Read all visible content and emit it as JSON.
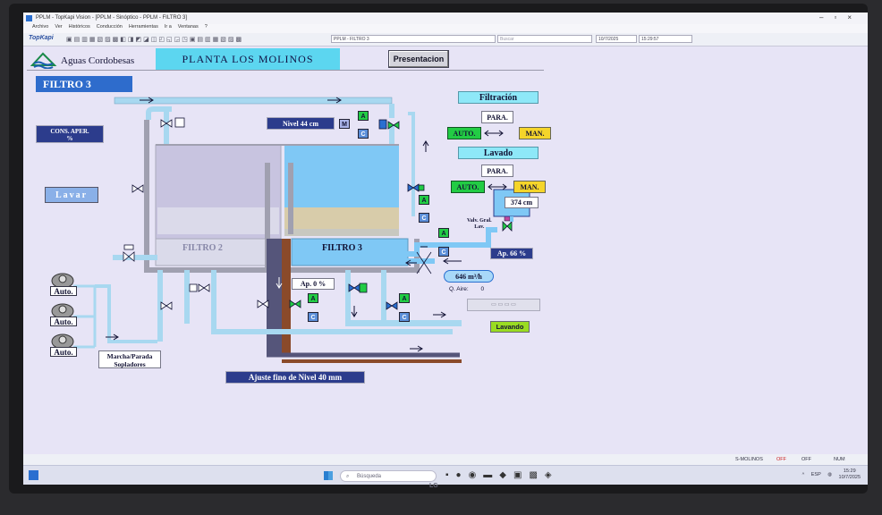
{
  "window": {
    "title": "PPLM - TopKapi Vision - [PPLM - Sinóptico - PPLM - FILTRO 3]",
    "controls": [
      "–",
      "▫",
      "×"
    ]
  },
  "menu": [
    "Archivo",
    "Ver",
    "Históricos",
    "Conducción",
    "Herramientas",
    "Ir a",
    "Ventanas",
    "?"
  ],
  "toolbar": {
    "logo": "TopKapi",
    "doc_field": "PPLM - FILTRO 3",
    "search_placeholder": "Buscar",
    "date": "10/7/2025",
    "time": "15:29:57"
  },
  "hmi": {
    "brand": "Aguas Cordobesas",
    "plant_title": "PLANTA LOS MOLINOS",
    "presentacion_btn": "Presentacion",
    "filtro_title": "FILTRO 3",
    "cons_aper": {
      "line1": "CONS. APER.",
      "line2": "%"
    },
    "lavar_btn": "Lavar",
    "nivel": "Nivel    44 cm",
    "filtro2_label": "FILTRO 2",
    "filtro3_label": "FILTRO 3",
    "ap_left": "Ap.  0 %",
    "filtracion": {
      "title": "Filtración",
      "para": "PARA.",
      "auto": "AUTO.",
      "man": "MAN."
    },
    "lavado": {
      "title": "Lavado",
      "para": "PARA.",
      "auto": "AUTO.",
      "man": "MAN."
    },
    "tank_level": "374  cm",
    "valv_gral": {
      "line1": "Valv. Gral.",
      "line2": "Lav."
    },
    "ap_right": "Ap.  66 %",
    "flow": "646  m³/h",
    "q_aire": {
      "label": "Q. Aire:",
      "value": "0"
    },
    "lavando": "Lavando",
    "soplador_autos": [
      "Auto.",
      "Auto.",
      "Auto."
    ],
    "marcha_parada": {
      "line1": "Marcha/Parada",
      "line2": "Sopladores"
    },
    "ajuste_fino": "Ajuste fino de Nivel    40  mm",
    "ind_m": "M",
    "ind_a": "A",
    "ind_c": "C"
  },
  "statusbar": {
    "server": "S-MOLINOS",
    "off1": "OFF",
    "off2": "OFF",
    "num": "NUM"
  },
  "taskbar": {
    "search_placeholder": "Búsqueda",
    "lang": "ESP",
    "time": "15:29",
    "date": "10/7/2025"
  },
  "monitor_brand": "LG",
  "colors": {
    "water": "#7fc8f5",
    "pipe": "#a8d8f0",
    "pipe_dark": "#2c3c8c",
    "navy": "#2c3c8c",
    "green": "#22cc44",
    "yellow": "#f5d52a"
  }
}
